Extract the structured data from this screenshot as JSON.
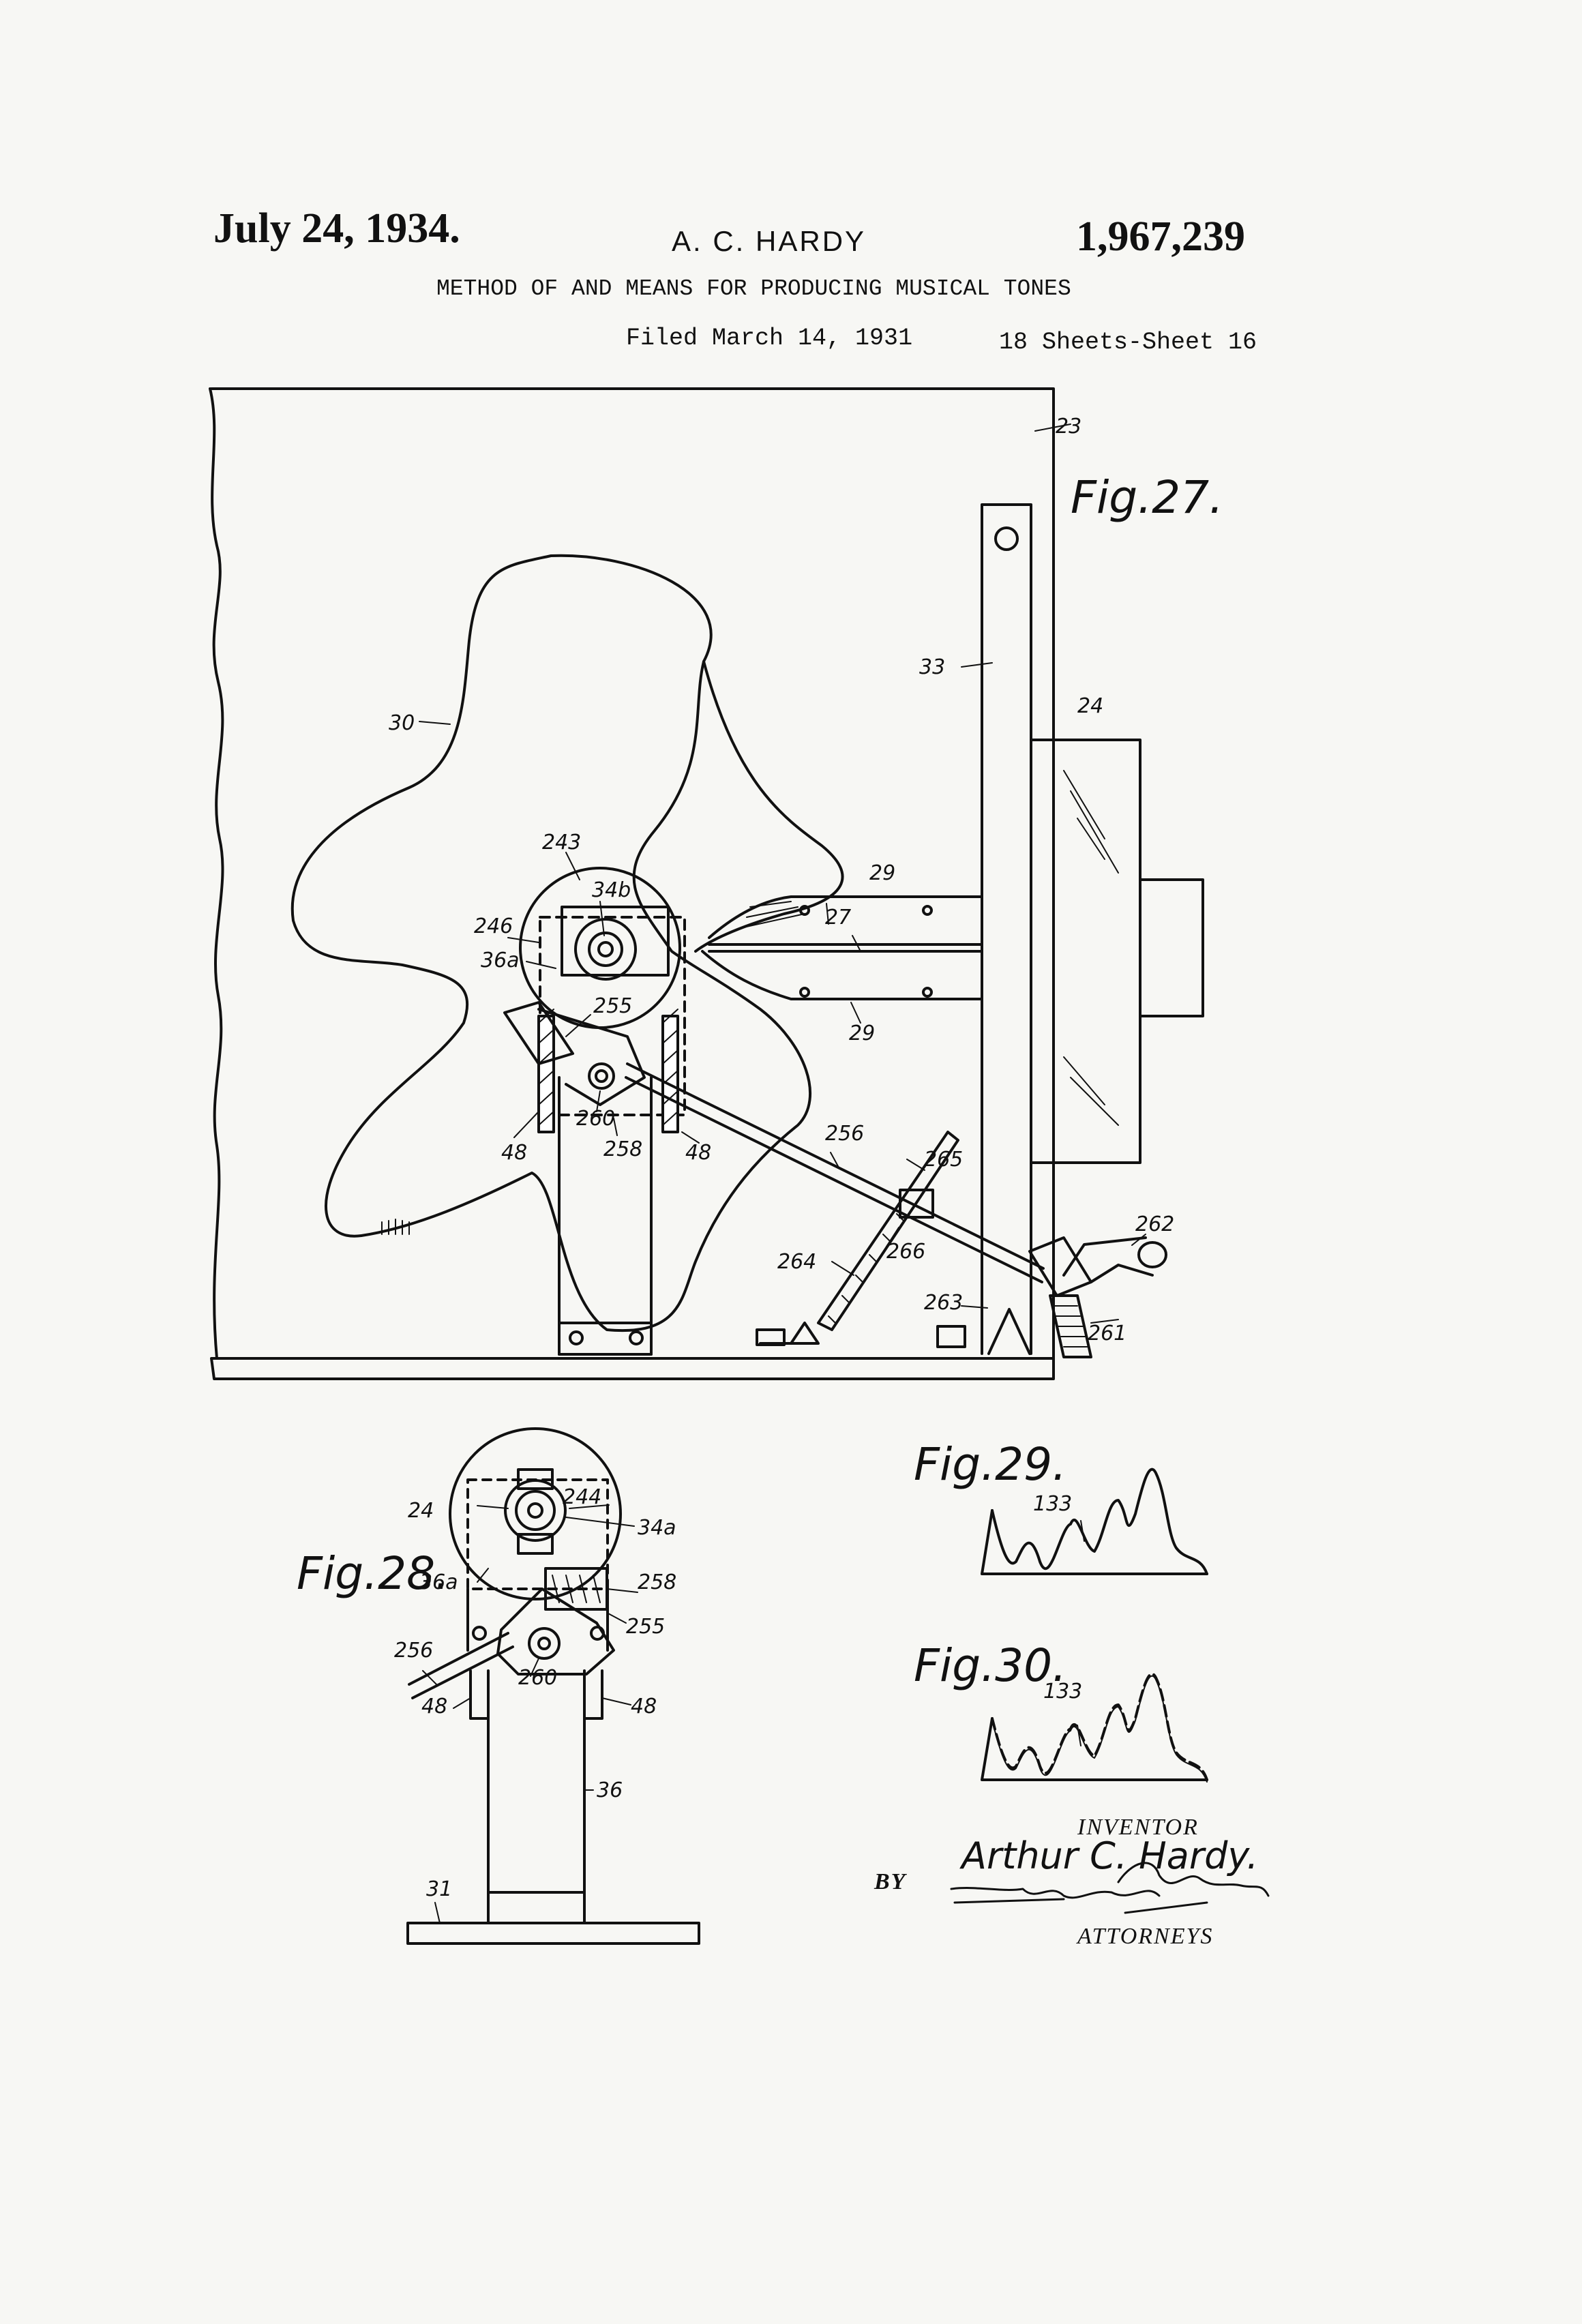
{
  "header": {
    "date": "July 24, 1934.",
    "inventor_name": "A. C. HARDY",
    "patent_number": "1,967,239",
    "title": "METHOD OF AND MEANS FOR PRODUCING MUSICAL TONES",
    "filed": "Filed March 14, 1931",
    "sheets": "18 Sheets-Sheet 16"
  },
  "figures": {
    "fig27": "Fig.27.",
    "fig28": "Fig.28.",
    "fig29": "Fig.29.",
    "fig30": "Fig.30."
  },
  "refs_fig27": {
    "r23": "23",
    "r24": "24",
    "r33": "33",
    "r30": "30",
    "r243": "243",
    "r34b": "34b",
    "r29a": "29",
    "r27": "27",
    "r246": "246",
    "r36a": "36a",
    "r255": "255",
    "r29b": "29",
    "r48a": "48",
    "r260": "260",
    "r258": "258",
    "r48b": "48",
    "r256": "256",
    "r265": "265",
    "r262": "262",
    "r266": "266",
    "r264": "264",
    "r263": "263",
    "r261": "261"
  },
  "refs_fig28": {
    "r244": "244",
    "r24": "24",
    "r34a": "34a",
    "r36a": "36a",
    "r258": "258",
    "r255": "255",
    "r256": "256",
    "r260": "260",
    "r48a": "48",
    "r48b": "48",
    "r36": "36",
    "r31": "31"
  },
  "refs_fig29": {
    "r133": "133"
  },
  "refs_fig30": {
    "r133": "133"
  },
  "signature": {
    "inventor_label": "INVENTOR",
    "inventor_signature": "Arthur C. Hardy.",
    "by": "BY",
    "attorneys": "ATTORNEYS"
  }
}
